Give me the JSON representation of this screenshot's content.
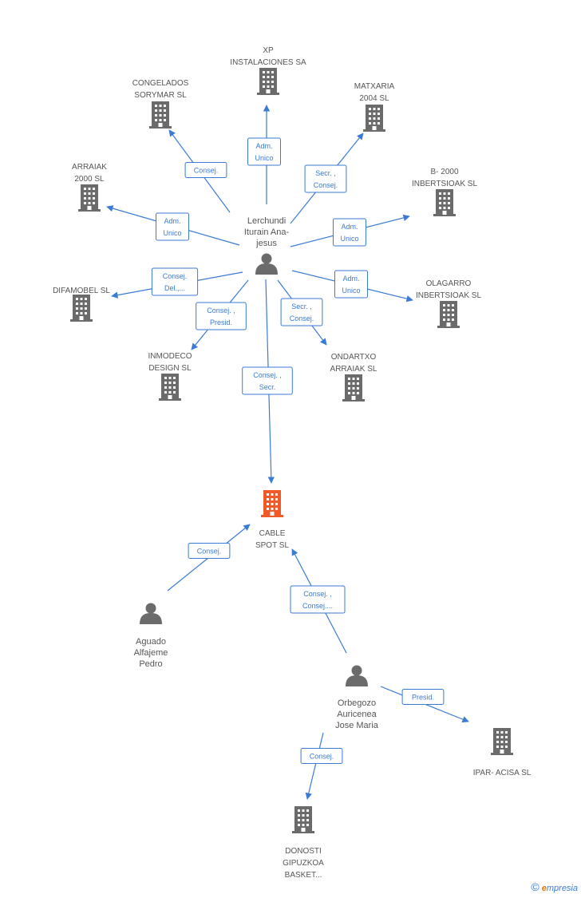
{
  "colors": {
    "edge": "#3a7bd5",
    "building": "#6b6b6b",
    "focus": "#f05a28",
    "person": "#6b6b6b"
  },
  "nodes": [
    {
      "id": "xp",
      "type": "company",
      "lines": [
        "XP",
        "INSTALACIONES SA"
      ]
    },
    {
      "id": "congelados",
      "type": "company",
      "lines": [
        "CONGELADOS",
        "SORYMAR SL"
      ]
    },
    {
      "id": "matxaria",
      "type": "company",
      "lines": [
        "MATXARIA",
        "2004 SL"
      ]
    },
    {
      "id": "arraiak2000",
      "type": "company",
      "lines": [
        "ARRAIAK",
        "2000 SL"
      ]
    },
    {
      "id": "b2000",
      "type": "company",
      "lines": [
        "B- 2000",
        "INBERTSIOAK SL"
      ]
    },
    {
      "id": "lerchundi",
      "type": "person",
      "lines": [
        "Lerchundi",
        "Iturain Ana-",
        "jesus"
      ]
    },
    {
      "id": "difamobel",
      "type": "company",
      "lines": [
        "DIFAMOBEL SL"
      ]
    },
    {
      "id": "olagarro",
      "type": "company",
      "lines": [
        "OLAGARRO",
        "INBERTSIOAK SL"
      ]
    },
    {
      "id": "inmodeco",
      "type": "company",
      "lines": [
        "INMODECO",
        "DESIGN SL"
      ]
    },
    {
      "id": "ondartxo",
      "type": "company",
      "lines": [
        "ONDARTXO",
        "ARRAIAK SL"
      ]
    },
    {
      "id": "cable",
      "type": "focus",
      "lines": [
        "CABLE",
        "SPOT SL"
      ]
    },
    {
      "id": "aguado",
      "type": "person",
      "lines": [
        "Aguado",
        "Alfajeme",
        "Pedro"
      ]
    },
    {
      "id": "orbegozo",
      "type": "person",
      "lines": [
        "Orbegozo",
        "Auricenea",
        "Jose Maria"
      ]
    },
    {
      "id": "ipar",
      "type": "company",
      "lines": [
        "IPAR- ACISA SL"
      ]
    },
    {
      "id": "donosti",
      "type": "company",
      "lines": [
        "DONOSTI",
        "GIPUZKOA",
        "BASKET..."
      ]
    }
  ],
  "edges": [
    {
      "from": "lerchundi",
      "to": "xp",
      "label": [
        "Adm.",
        "Unico"
      ]
    },
    {
      "from": "lerchundi",
      "to": "congelados",
      "label": [
        "Consej."
      ]
    },
    {
      "from": "lerchundi",
      "to": "matxaria",
      "label": [
        "Secr. ,",
        "Consej."
      ]
    },
    {
      "from": "lerchundi",
      "to": "arraiak2000",
      "label": [
        "Adm.",
        "Unico"
      ]
    },
    {
      "from": "lerchundi",
      "to": "b2000",
      "label": [
        "Adm.",
        "Unico"
      ]
    },
    {
      "from": "lerchundi",
      "to": "difamobel",
      "label": [
        "Consej.",
        "Del.,..."
      ]
    },
    {
      "from": "lerchundi",
      "to": "olagarro",
      "label": [
        "Adm.",
        "Unico"
      ]
    },
    {
      "from": "lerchundi",
      "to": "inmodeco",
      "label": [
        "Consej. ,",
        "Presid."
      ]
    },
    {
      "from": "lerchundi",
      "to": "ondartxo",
      "label": [
        "Secr. ,",
        "Consej."
      ]
    },
    {
      "from": "lerchundi",
      "to": "cable",
      "label": [
        "Consej. ,",
        "Secr."
      ]
    },
    {
      "from": "aguado",
      "to": "cable",
      "label": [
        "Consej."
      ]
    },
    {
      "from": "orbegozo",
      "to": "cable",
      "label": [
        "Consej. ,",
        "Consej...."
      ]
    },
    {
      "from": "orbegozo",
      "to": "ipar",
      "label": [
        "Presid."
      ]
    },
    {
      "from": "orbegozo",
      "to": "donosti",
      "label": [
        "Consej."
      ]
    }
  ],
  "footer": {
    "copyright": "©",
    "brand_first": "e",
    "brand_rest": "mpresia"
  }
}
